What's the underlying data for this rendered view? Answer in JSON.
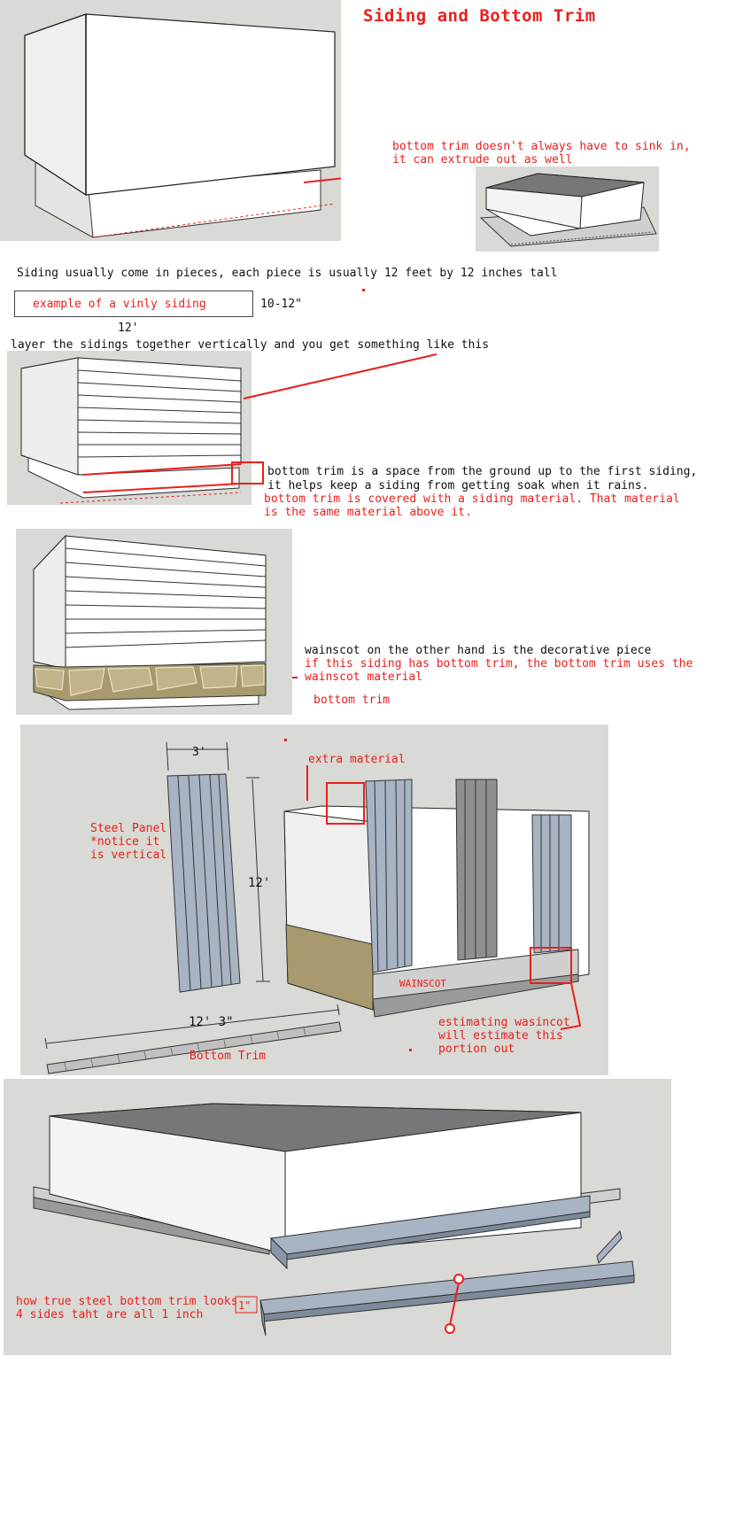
{
  "title": "Siding and Bottom Trim",
  "section1": {
    "note_line1": "bottom trim doesn't always have to sink in,",
    "note_line2": "it can extrude out as well"
  },
  "section2": {
    "intro": "Siding usually come in pieces, each piece is usually 12 feet by 12 inches tall",
    "siding_example_label": "example of a vinly siding",
    "height_label": "10-12\"",
    "length_label": "12'",
    "layer_text": "layer the sidings together vertically and you get something like this"
  },
  "section3": {
    "note_line1": "bottom trim is a space from the ground up to the first siding,",
    "note_line2": "it helps keep a siding from getting soak when it rains.",
    "note_line3": "bottom trim is covered with a siding material. That material",
    "note_line4": "is the same material above it."
  },
  "section4": {
    "note_line1": "wainscot on the other hand is the decorative piece",
    "note_line2": "if this siding has bottom trim, the bottom trim uses the",
    "note_line3": "wainscot material",
    "bottom_trim_label": "bottom trim"
  },
  "section5": {
    "width_dim": "3'",
    "height_dim": "12'",
    "steel_line1": "Steel Panel",
    "steel_line2": "*notice it",
    "steel_line3": "is vertical",
    "extra_material": "extra material",
    "wainscot_label": "WAINSCOT",
    "trim_length_dim": "12' 3\"",
    "bottom_trim_label": "Bottom Trim",
    "estimate_line1": "estimating wasincot",
    "estimate_line2": "will estimate this",
    "estimate_line3": "portion out"
  },
  "section6": {
    "note_line1": "how true steel bottom trim looks",
    "note_line2": "4 sides taht are all 1 inch",
    "dim_label": "1\""
  },
  "colors": {
    "annotation_red": "#e8201c",
    "panel_gray": "#d9d9d5",
    "steel_blue": "#a8b4c4"
  }
}
